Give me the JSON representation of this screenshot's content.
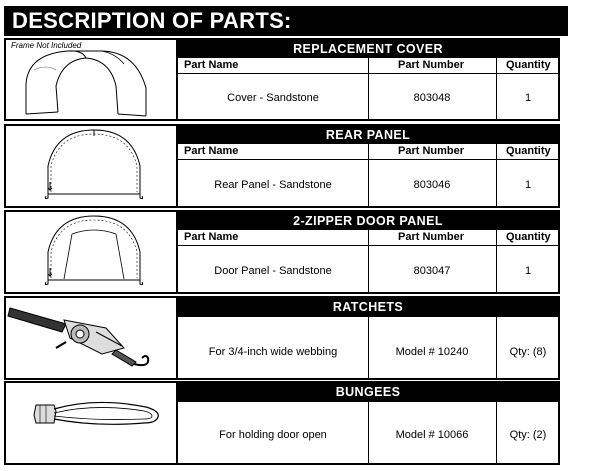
{
  "title": "DESCRIPTION OF PARTS:",
  "frame_note": "Frame Not Included",
  "columns": {
    "part_name": "Part Name",
    "part_number": "Part Number",
    "quantity": "Quantity"
  },
  "sections": [
    {
      "header": "REPLACEMENT COVER",
      "part_name": "Cover - Sandstone",
      "part_number": "803048",
      "quantity": "1"
    },
    {
      "header": "REAR PANEL",
      "part_name": "Rear Panel - Sandstone",
      "part_number": "803046",
      "quantity": "1"
    },
    {
      "header": "2-ZIPPER DOOR PANEL",
      "part_name": "Door Panel - Sandstone",
      "part_number": "803047",
      "quantity": "1"
    },
    {
      "header": "RATCHETS",
      "part_name": "For 3/4-inch wide webbing",
      "part_number": "Model # 10240",
      "quantity": "Qty: (8)"
    },
    {
      "header": "BUNGEES",
      "part_name": "For holding door open",
      "part_number": "Model # 10066",
      "quantity": "Qty: (2)"
    }
  ]
}
